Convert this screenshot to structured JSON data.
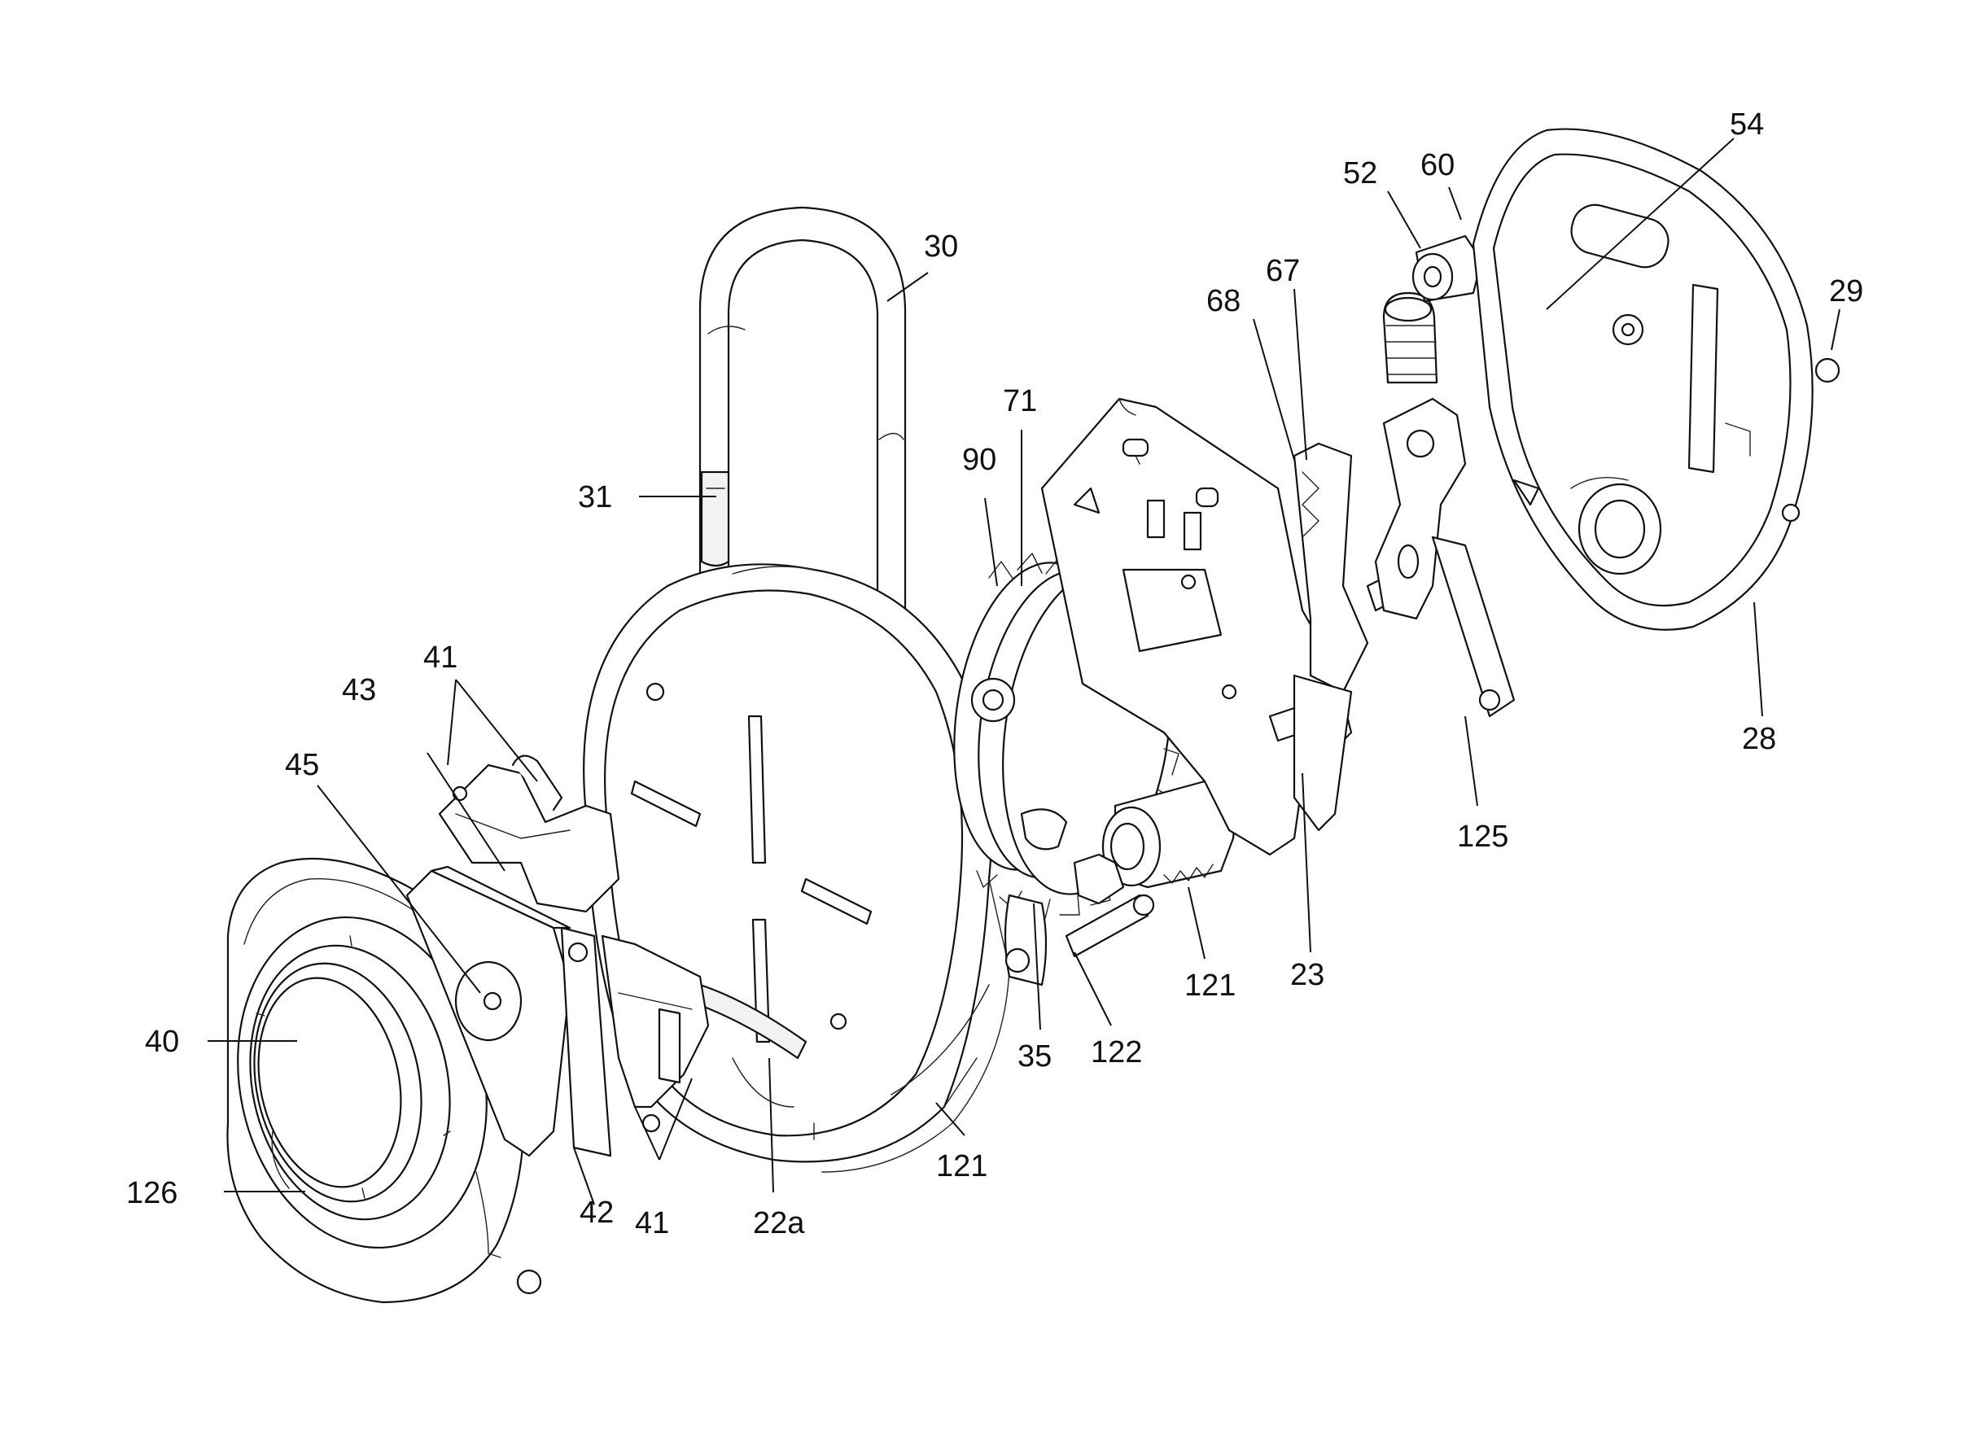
{
  "figure": {
    "labels": {
      "l30": "30",
      "l31": "31",
      "l90": "90",
      "l71": "71",
      "l68": "68",
      "l67": "67",
      "l52": "52",
      "l60": "60",
      "l54": "54",
      "l29": "29",
      "l28": "28",
      "l125": "125",
      "l23": "23",
      "l121a": "121",
      "l122": "122",
      "l35": "35",
      "l121b": "121",
      "l22a": "22a",
      "l41a": "41",
      "l41b": "41",
      "l43": "43",
      "l45": "45",
      "l42": "42",
      "l40": "40",
      "l126": "126"
    }
  }
}
